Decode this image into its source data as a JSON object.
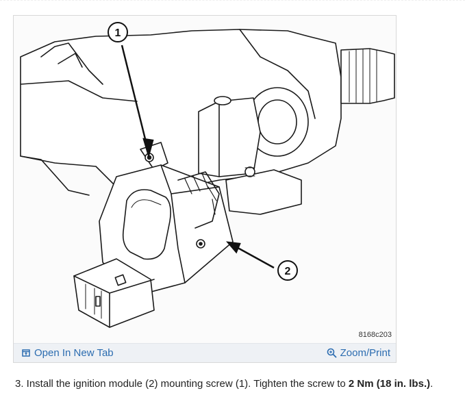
{
  "figure": {
    "callout_1": "1",
    "callout_2": "2",
    "figure_code": "8168c203"
  },
  "toolbar": {
    "open_tab_label": "Open In New Tab",
    "zoom_label": "Zoom/Print",
    "open_tab_icon": "open-in-new-tab-icon",
    "zoom_icon": "magnifier-icon"
  },
  "caption": {
    "prefix": "3. Install the ignition module (2) mounting screw (1). Tighten the screw to ",
    "torque_value": "2 Nm (18 in. lbs.)",
    "suffix": "."
  },
  "colors": {
    "link": "#2b6cb0",
    "toolbar_bg": "#eef1f5",
    "line_art": "#1a1a1a"
  }
}
